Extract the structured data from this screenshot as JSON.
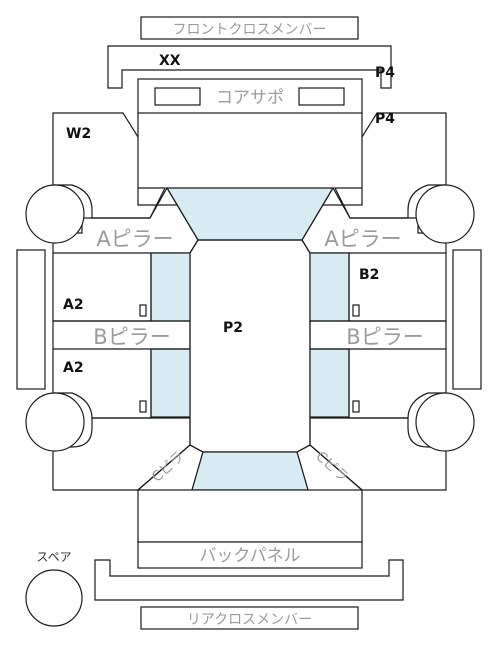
{
  "labels": {
    "front_cross_member": "フロントクロスメンバー",
    "core_support": "コアサポ",
    "a_pillar_left": "Aピラー",
    "a_pillar_right": "Aピラー",
    "b_pillar_left": "Bピラー",
    "b_pillar_right": "Bピラー",
    "c_pillar_left": "Cピラ",
    "c_pillar_right": "Cピラ",
    "back_panel": "バックパネル",
    "rear_cross_member": "リアクロスメンバー",
    "spare": "スペア"
  },
  "grades": {
    "xx": "XX",
    "p4_top": "P4",
    "p4_right": "P4",
    "w2": "W2",
    "b2": "B2",
    "a2_upper": "A2",
    "a2_lower": "A2",
    "p2": "P2"
  }
}
